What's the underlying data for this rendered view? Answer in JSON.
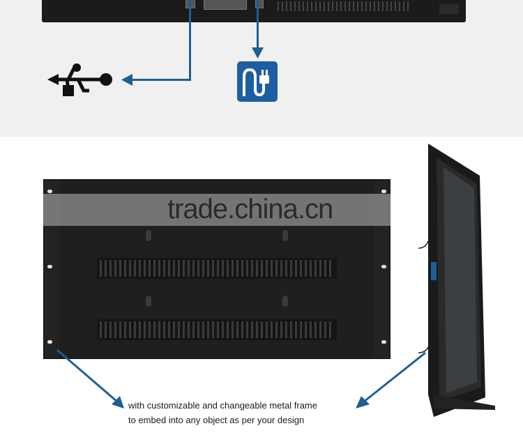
{
  "watermark": {
    "text": "trade.china.cn"
  },
  "caption": {
    "line1": "with customizable and changeable metal frame",
    "line2": "to embed into any object as per your design"
  },
  "icons": {
    "usb": "usb-icon",
    "power": "power-plug-icon"
  },
  "colors": {
    "accent": "#1c5ea1",
    "arrow": "#1d5f96",
    "device": "#1f1f1f",
    "band": "#f0f0f0"
  }
}
